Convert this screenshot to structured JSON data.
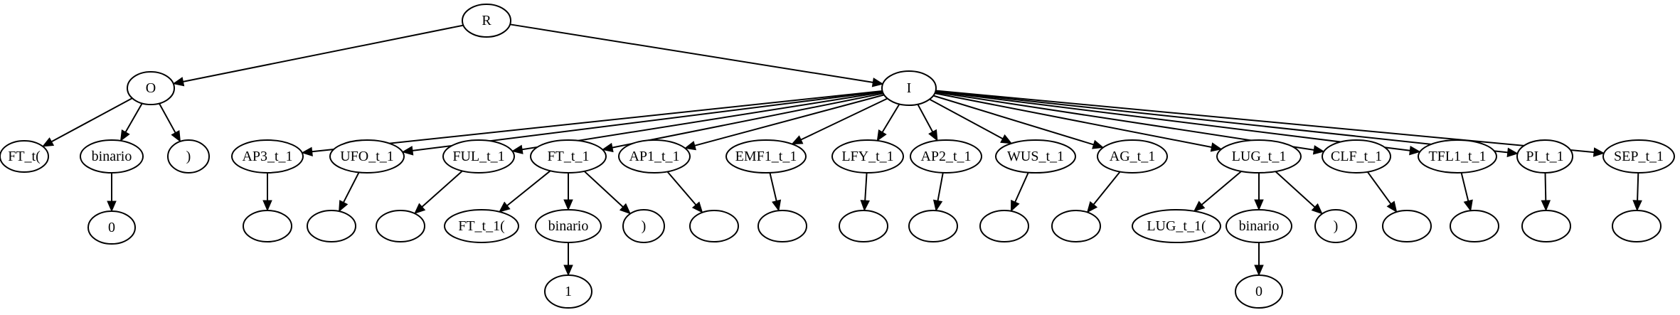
{
  "nodes": [
    {
      "id": "R",
      "label": "R"
    },
    {
      "id": "O",
      "label": "O"
    },
    {
      "id": "I",
      "label": "I"
    },
    {
      "id": "FT_t_open",
      "label": "FT_t("
    },
    {
      "id": "binario_O",
      "label": "binario"
    },
    {
      "id": "close_O",
      "label": ")"
    },
    {
      "id": "zero_O",
      "label": "0"
    },
    {
      "id": "AP3_t_1",
      "label": "AP3_t_1"
    },
    {
      "id": "UFO_t_1",
      "label": "UFO_t_1"
    },
    {
      "id": "FUL_t_1",
      "label": "FUL_t_1"
    },
    {
      "id": "FT_t_1",
      "label": "FT_t_1"
    },
    {
      "id": "AP1_t_1",
      "label": "AP1_t_1"
    },
    {
      "id": "EMF1_t_1",
      "label": "EMF1_t_1"
    },
    {
      "id": "LFY_t_1",
      "label": "LFY_t_1"
    },
    {
      "id": "AP2_t_1",
      "label": "AP2_t_1"
    },
    {
      "id": "WUS_t_1",
      "label": "WUS_t_1"
    },
    {
      "id": "AG_t_1",
      "label": "AG_t_1"
    },
    {
      "id": "LUG_t_1",
      "label": "LUG_t_1"
    },
    {
      "id": "CLF_t_1",
      "label": "CLF_t_1"
    },
    {
      "id": "TFL1_t_1",
      "label": "TFL1_t_1"
    },
    {
      "id": "PI_t_1",
      "label": "PI_t_1"
    },
    {
      "id": "SEP_t_1",
      "label": "SEP_t_1"
    },
    {
      "id": "e_AP3",
      "label": ""
    },
    {
      "id": "e_UFO",
      "label": ""
    },
    {
      "id": "e_FUL",
      "label": ""
    },
    {
      "id": "FT_t_1_open",
      "label": "FT_t_1("
    },
    {
      "id": "binario_FT",
      "label": "binario"
    },
    {
      "id": "close_FT",
      "label": ")"
    },
    {
      "id": "one_FT",
      "label": "1"
    },
    {
      "id": "e_AP1",
      "label": ""
    },
    {
      "id": "e_EMF1",
      "label": ""
    },
    {
      "id": "e_LFY",
      "label": ""
    },
    {
      "id": "e_AP2",
      "label": ""
    },
    {
      "id": "e_WUS",
      "label": ""
    },
    {
      "id": "e_AG",
      "label": ""
    },
    {
      "id": "LUG_t_1_open",
      "label": "LUG_t_1("
    },
    {
      "id": "binario_LUG",
      "label": "binario"
    },
    {
      "id": "close_LUG",
      "label": ")"
    },
    {
      "id": "zero_LUG",
      "label": "0"
    },
    {
      "id": "e_CLF",
      "label": ""
    },
    {
      "id": "e_TFL1",
      "label": ""
    },
    {
      "id": "e_PI",
      "label": ""
    },
    {
      "id": "e_SEP",
      "label": ""
    }
  ],
  "edges": [
    [
      "R",
      "O"
    ],
    [
      "R",
      "I"
    ],
    [
      "O",
      "FT_t_open"
    ],
    [
      "O",
      "binario_O"
    ],
    [
      "O",
      "close_O"
    ],
    [
      "binario_O",
      "zero_O"
    ],
    [
      "I",
      "AP3_t_1"
    ],
    [
      "I",
      "UFO_t_1"
    ],
    [
      "I",
      "FUL_t_1"
    ],
    [
      "I",
      "FT_t_1"
    ],
    [
      "I",
      "AP1_t_1"
    ],
    [
      "I",
      "EMF1_t_1"
    ],
    [
      "I",
      "LFY_t_1"
    ],
    [
      "I",
      "AP2_t_1"
    ],
    [
      "I",
      "WUS_t_1"
    ],
    [
      "I",
      "AG_t_1"
    ],
    [
      "I",
      "LUG_t_1"
    ],
    [
      "I",
      "CLF_t_1"
    ],
    [
      "I",
      "TFL1_t_1"
    ],
    [
      "I",
      "PI_t_1"
    ],
    [
      "I",
      "SEP_t_1"
    ],
    [
      "AP3_t_1",
      "e_AP3"
    ],
    [
      "UFO_t_1",
      "e_UFO"
    ],
    [
      "FUL_t_1",
      "e_FUL"
    ],
    [
      "FT_t_1",
      "FT_t_1_open"
    ],
    [
      "FT_t_1",
      "binario_FT"
    ],
    [
      "FT_t_1",
      "close_FT"
    ],
    [
      "binario_FT",
      "one_FT"
    ],
    [
      "AP1_t_1",
      "e_AP1"
    ],
    [
      "EMF1_t_1",
      "e_EMF1"
    ],
    [
      "LFY_t_1",
      "e_LFY"
    ],
    [
      "AP2_t_1",
      "e_AP2"
    ],
    [
      "WUS_t_1",
      "e_WUS"
    ],
    [
      "AG_t_1",
      "e_AG"
    ],
    [
      "LUG_t_1",
      "LUG_t_1_open"
    ],
    [
      "LUG_t_1",
      "binario_LUG"
    ],
    [
      "LUG_t_1",
      "close_LUG"
    ],
    [
      "binario_LUG",
      "zero_LUG"
    ],
    [
      "CLF_t_1",
      "e_CLF"
    ],
    [
      "TFL1_t_1",
      "e_TFL1"
    ],
    [
      "PI_t_1",
      "e_PI"
    ],
    [
      "SEP_t_1",
      "e_SEP"
    ]
  ]
}
